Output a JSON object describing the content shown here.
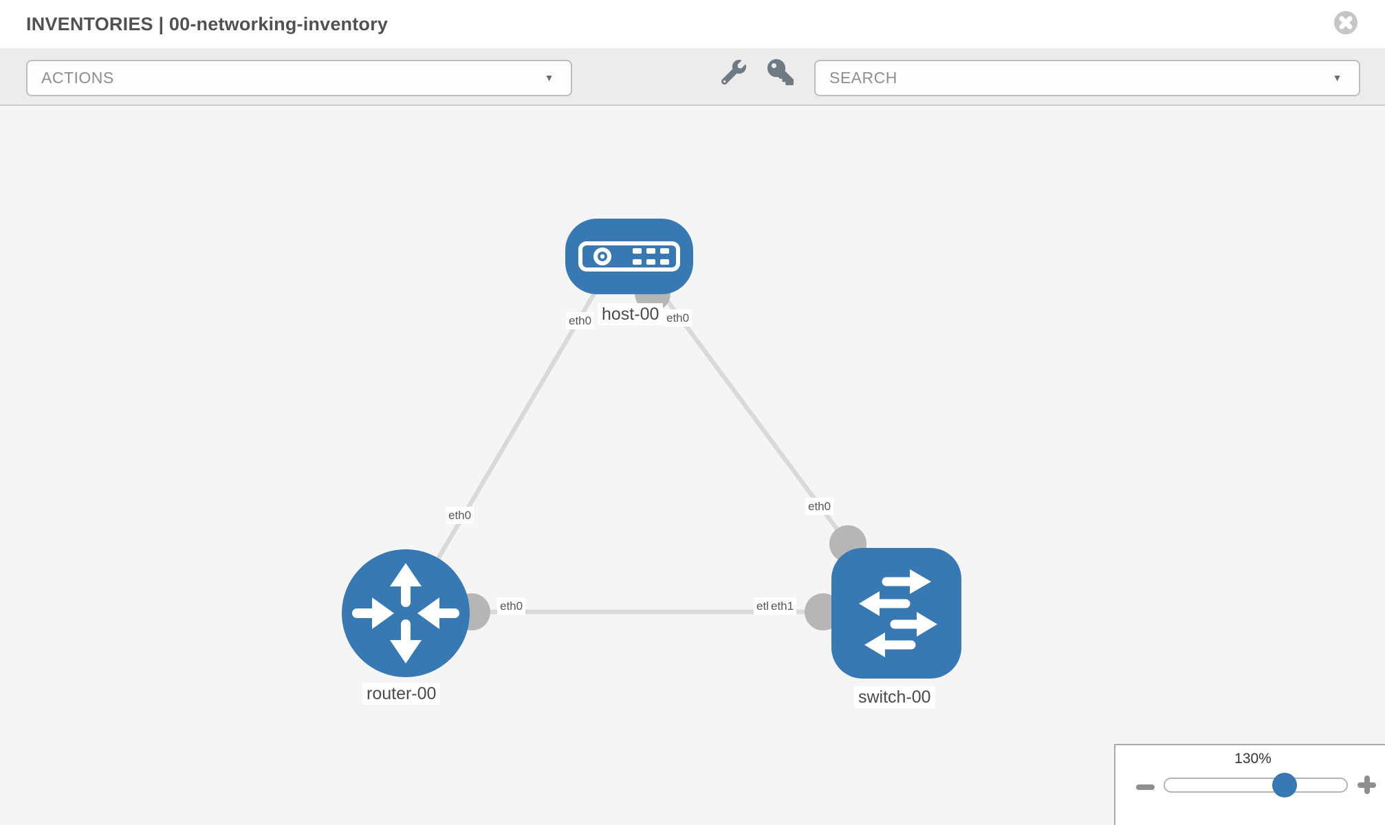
{
  "header": {
    "title": "INVENTORIES | 00-networking-inventory"
  },
  "toolbar": {
    "actions_label": "ACTIONS",
    "search_label": "SEARCH",
    "caret": "▼"
  },
  "canvas": {
    "nodes": [
      {
        "id": "host-00",
        "label": "host-00",
        "type": "host",
        "icon": "server-icon",
        "shape": "rounded-square"
      },
      {
        "id": "router-00",
        "label": "router-00",
        "type": "router",
        "icon": "router-arrows-icon",
        "shape": "circle"
      },
      {
        "id": "switch-00",
        "label": "switch-00",
        "type": "switch",
        "icon": "switch-arrows-icon",
        "shape": "rounded-square"
      }
    ],
    "links": [
      {
        "source": "host-00",
        "target": "router-00",
        "source_interface": "eth0",
        "target_interface": "eth0"
      },
      {
        "source": "host-00",
        "target": "switch-00",
        "source_interface": "eth0",
        "target_interface": "eth0"
      },
      {
        "source": "router-00",
        "target": "switch-00",
        "source_interface": "eth0",
        "target_interface": "eth1",
        "target_interface_under": "eth0"
      }
    ]
  },
  "zoom_control": {
    "value": "130%"
  },
  "colors": {
    "node_blue": "#3879b4",
    "link_gray": "#d9d9d9",
    "interface_gray": "#b6b6b6",
    "canvas_bg": "#f5f5f5",
    "toolbar_bg": "#ececec"
  }
}
